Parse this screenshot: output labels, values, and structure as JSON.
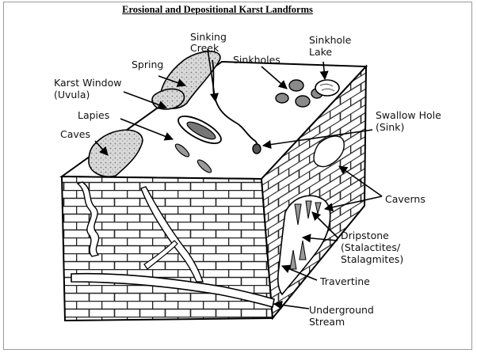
{
  "title": "Erosional and Depositional Karst Landforms",
  "labels": {
    "spring": "Spring",
    "sinking_creek": [
      "Sinking",
      "Creek"
    ],
    "sinkholes": "Sinkholes",
    "sinkhole_lake": [
      "Sinkhole",
      "Lake"
    ],
    "karst_window": [
      "Karst Window",
      "(Uvula)"
    ],
    "lapies": "Lapies",
    "caves": "Caves",
    "swallow_hole": [
      "Swallow Hole",
      "(Sink)"
    ],
    "caverns": "Caverns",
    "dripstone": [
      "Dripstone",
      "(Stalactites/",
      "Stalagmites)"
    ],
    "travertine": "Travertine",
    "underground_stream": [
      "Underground",
      "Stream"
    ]
  }
}
